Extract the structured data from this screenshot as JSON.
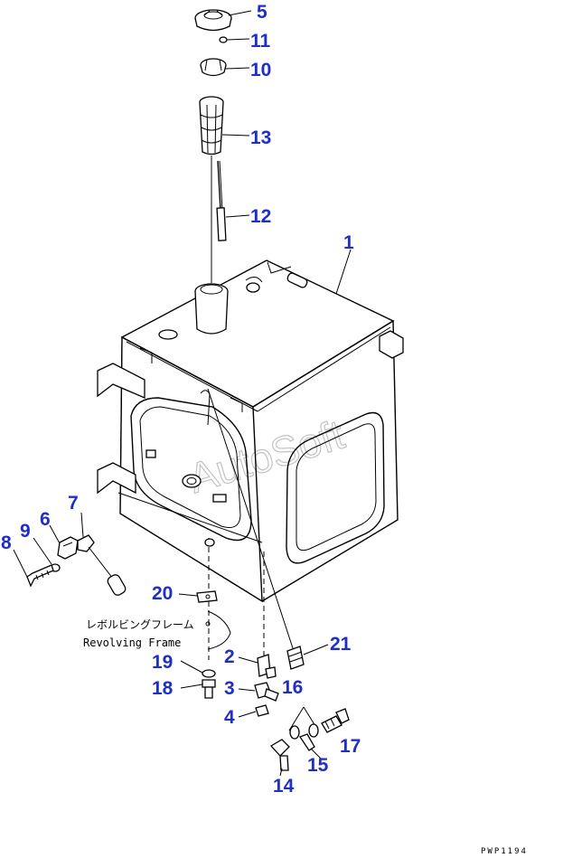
{
  "callouts": [
    {
      "id": "1",
      "label": "1"
    },
    {
      "id": "2",
      "label": "2"
    },
    {
      "id": "3",
      "label": "3"
    },
    {
      "id": "4",
      "label": "4"
    },
    {
      "id": "5",
      "label": "5"
    },
    {
      "id": "6",
      "label": "6"
    },
    {
      "id": "7",
      "label": "7"
    },
    {
      "id": "8",
      "label": "8"
    },
    {
      "id": "9",
      "label": "9"
    },
    {
      "id": "10",
      "label": "10"
    },
    {
      "id": "11",
      "label": "11"
    },
    {
      "id": "12",
      "label": "12"
    },
    {
      "id": "13",
      "label": "13"
    },
    {
      "id": "14",
      "label": "14"
    },
    {
      "id": "15",
      "label": "15"
    },
    {
      "id": "16",
      "label": "16"
    },
    {
      "id": "17",
      "label": "17"
    },
    {
      "id": "18",
      "label": "18"
    },
    {
      "id": "19",
      "label": "19"
    },
    {
      "id": "20",
      "label": "20"
    },
    {
      "id": "21",
      "label": "21"
    }
  ],
  "note": {
    "japanese": "レボルビングフレーム",
    "english": "Revolving Frame"
  },
  "watermark": "AutoSoft",
  "drawing_code": "PWP1194",
  "colors": {
    "callout": "#1f2ec7",
    "line": "#000000",
    "watermark": "#9a9a9a"
  }
}
